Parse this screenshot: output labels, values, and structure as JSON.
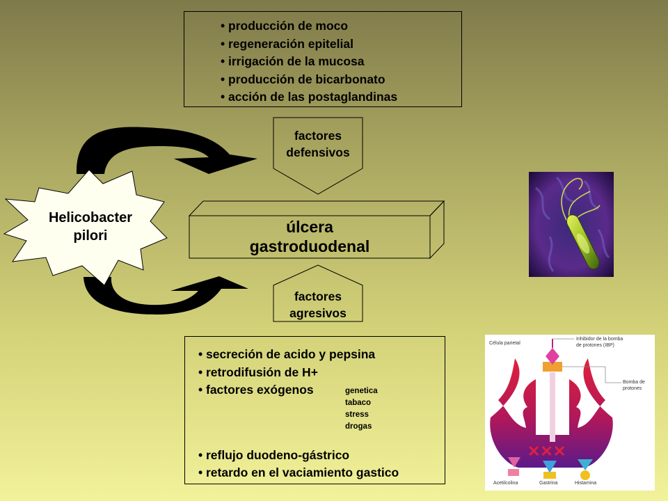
{
  "defensive": {
    "label_line1": "factores",
    "label_line2": "defensivos",
    "items": [
      "producción de moco",
      "regeneración epitelial",
      "irrigación de la mucosa",
      "producción de bicarbonato",
      "acción de las postaglandinas"
    ]
  },
  "aggressive": {
    "label_line1": "factores",
    "label_line2": "agresivos",
    "items": [
      "secreción de acido y pepsina",
      "retrodifusión de H+",
      "factores exógenos",
      "reflujo duodeno-gástrico",
      "retardo en el vaciamiento gastico"
    ],
    "exogenous_subitems": [
      "genetica",
      "tabaco",
      "stress",
      "drogas"
    ]
  },
  "center": {
    "line1": "úlcera",
    "line2": "gastroduodenal"
  },
  "star": {
    "line1": "Helicobacter",
    "line2": "pilori"
  },
  "parietal_figure": {
    "label_cell": "Célula parietal",
    "label_inhibitor": "Inhibidor de la bomba de protones (IBP)",
    "label_pump": "Bomba de protones",
    "label_acetylcholine": "Acetilcolina",
    "label_gastrin": "Gastrina",
    "label_histamine": "Histamina"
  }
}
